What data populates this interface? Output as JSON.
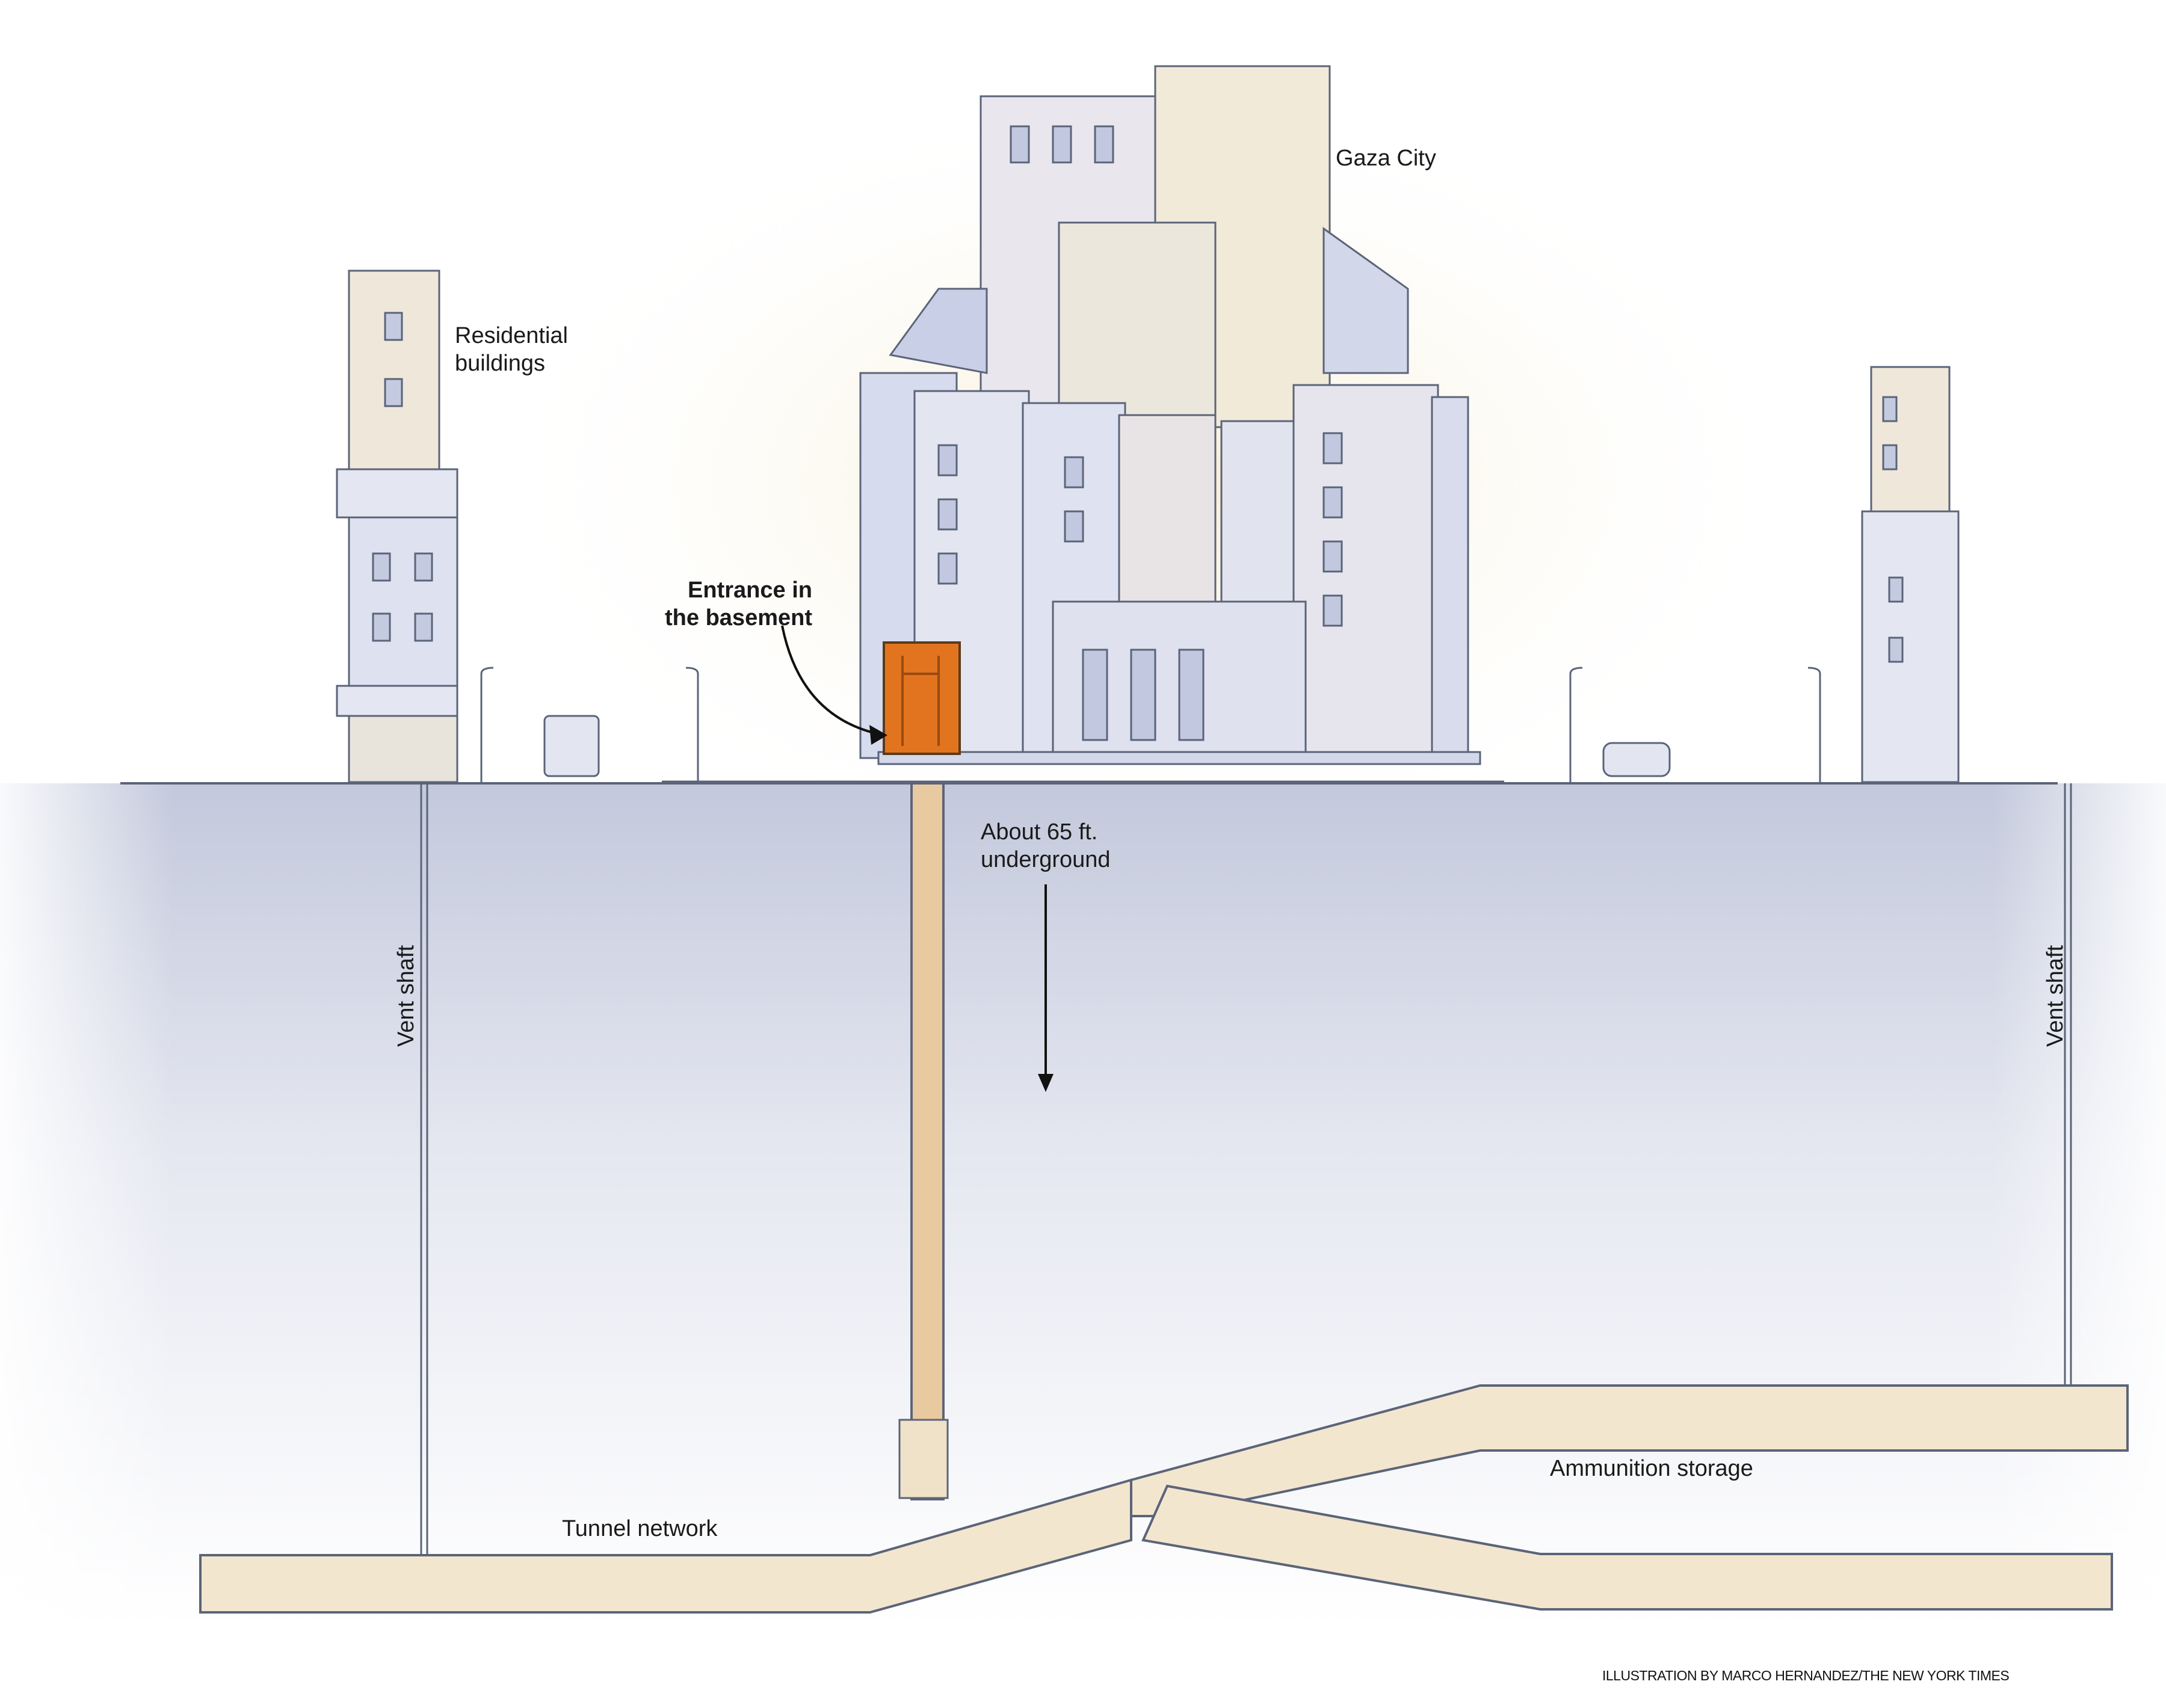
{
  "labels": {
    "city": "Gaza City",
    "residential_line1": "Residential",
    "residential_line2": "buildings",
    "entrance_line1": "Entrance in",
    "entrance_line2": "the basement",
    "depth_line1": "About 65 ft.",
    "depth_line2": "underground",
    "vent_left": "Vent shaft",
    "vent_right": "Vent shaft",
    "ammunition": "Ammunition storage",
    "tunnel": "Tunnel network"
  },
  "credit": "ILLUSTRATION BY MARCO HERNANDEZ/THE NEW YORK TIMES",
  "colors": {
    "entrance": "#e2741f",
    "ground": "#c9cfe0",
    "tunnel": "#f3e6cf",
    "line": "#5b6478"
  }
}
